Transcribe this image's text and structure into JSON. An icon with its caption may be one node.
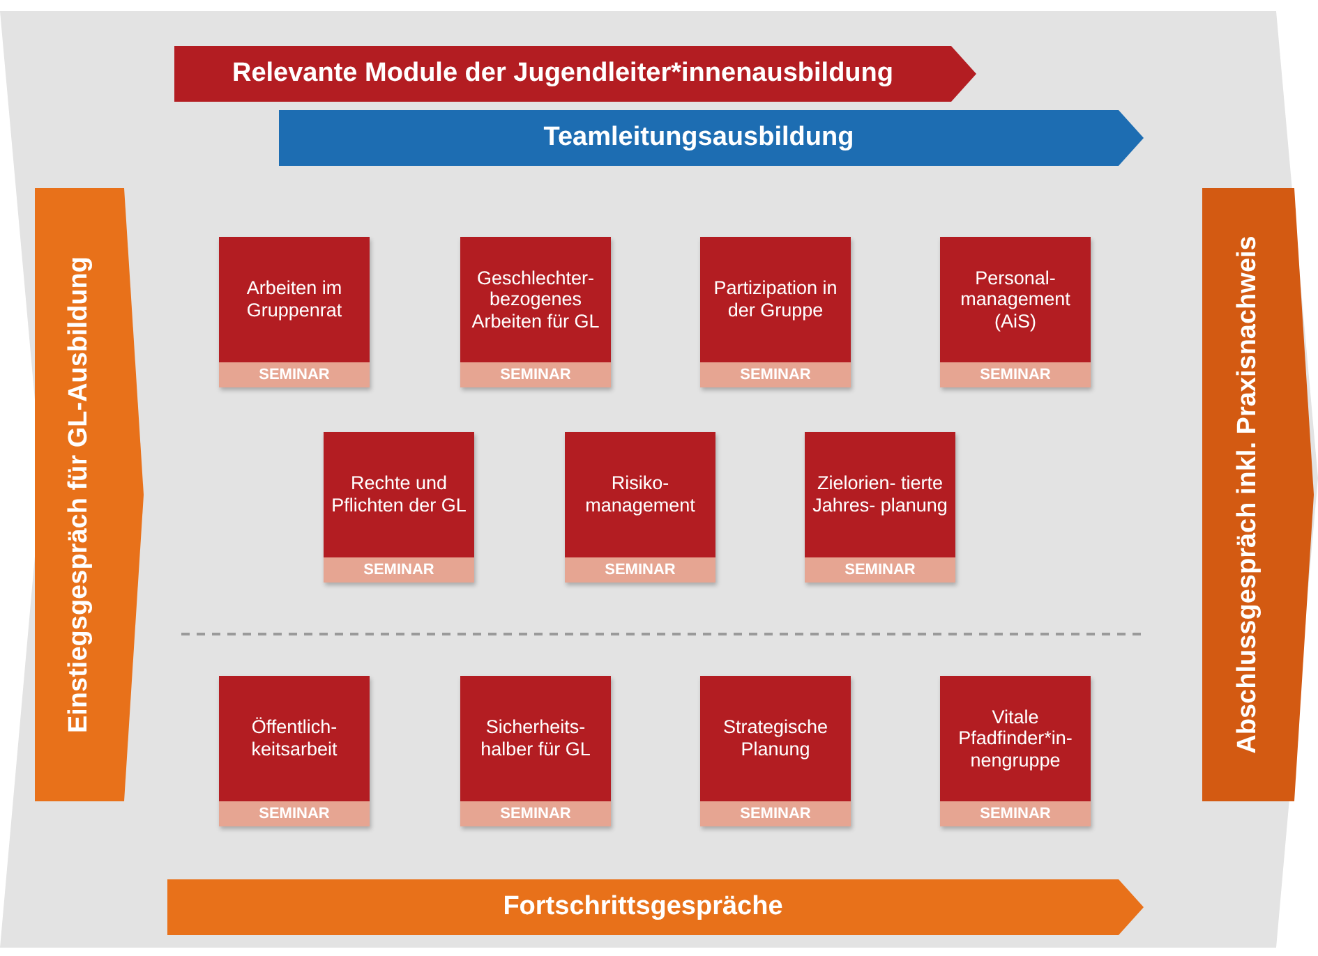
{
  "diagram": {
    "nodes": [
      {
        "text": [
          "Relevante Module der Jugendleiter*innenausbildung"
        ]
      },
      {
        "text": [
          "Teamleitungsausbildung"
        ]
      },
      {
        "text": [
          "Einstiegsgespräch für GL-Ausbildung"
        ]
      },
      {
        "text": [
          "Abschlussgespräch inkl. Praxisnachweis"
        ]
      },
      {
        "text": [
          "Arbeiten im Gruppenrat",
          "SEMINAR"
        ]
      },
      {
        "text": [
          "Geschlechter- bezogenes Arbeiten für GL",
          "SEMINAR"
        ]
      },
      {
        "text": [
          "Partizipation in der Gruppe",
          "SEMINAR"
        ]
      },
      {
        "text": [
          "Personal- management (AiS)",
          "SEMINAR"
        ]
      },
      {
        "text": [
          "Rechte und Pflichten der GL",
          "SEMINAR"
        ]
      },
      {
        "text": [
          "Risiko- management",
          "SEMINAR"
        ]
      },
      {
        "text": [
          "Zielorien- tierte Jahres- planung",
          "SEMINAR"
        ]
      },
      {
        "text": [
          "Öffentlich- keitsarbeit",
          "SEMINAR"
        ]
      },
      {
        "text": [
          "Sicherheits- halber für GL",
          "SEMINAR"
        ]
      },
      {
        "text": [
          "Strategische Planung",
          "SEMINAR"
        ]
      },
      {
        "text": [
          "Vitale Pfadfinder*in- nengruppe",
          "SEMINAR"
        ]
      },
      {
        "text": [
          "Fortschrittsgespräche"
        ]
      }
    ]
  }
}
